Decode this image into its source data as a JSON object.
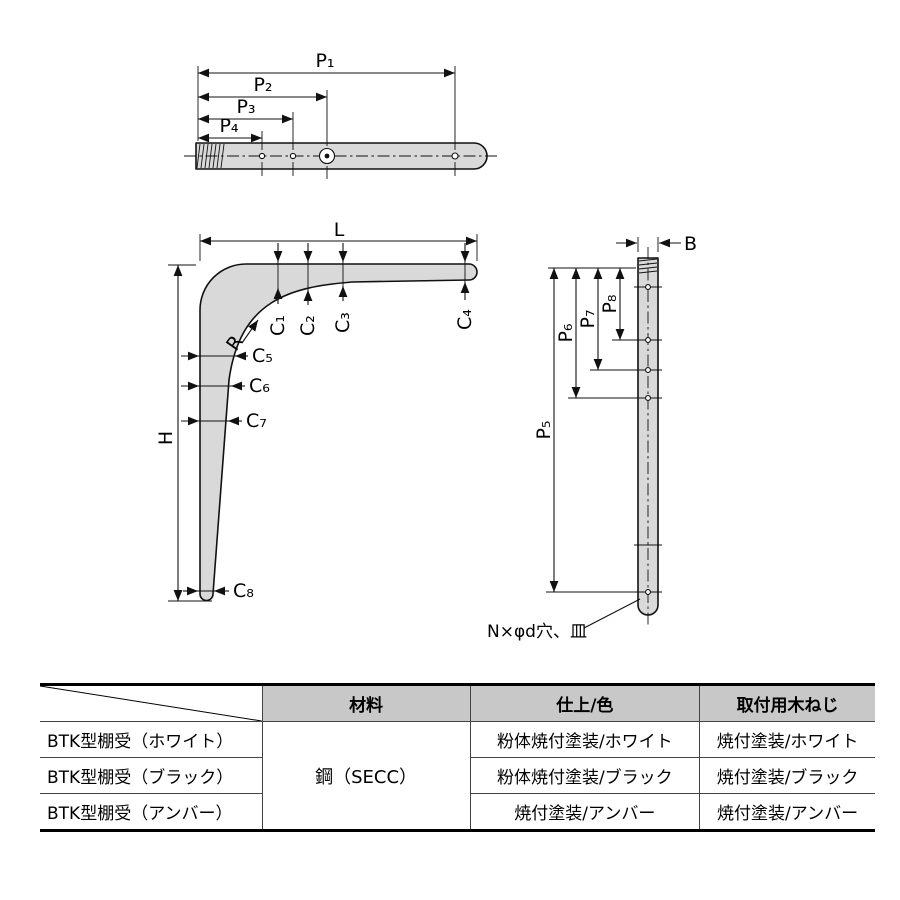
{
  "colors": {
    "metal_fill": "#d9d9d9",
    "line": "#111111",
    "table_header_bg": "#c8c8c8"
  },
  "drawing": {
    "top_view": {
      "p1": "P₁",
      "p2": "P₂",
      "p3": "P₃",
      "p4": "P₄"
    },
    "front_view": {
      "l": "L",
      "h": "H",
      "r": "R",
      "c1": "C₁",
      "c2": "C₂",
      "c3": "C₃",
      "c4": "C₄",
      "c5": "C₅",
      "c6": "C₆",
      "c7": "C₇",
      "c8": "C₈"
    },
    "side_view": {
      "b": "B",
      "p5": "P₅",
      "p6": "P₆",
      "p7": "P₇",
      "p8": "P₈",
      "hole_note": "N×φd穴、皿"
    }
  },
  "table": {
    "headers": {
      "material": "材料",
      "finish": "仕上/色",
      "screw": "取付用木ねじ"
    },
    "material_merged": "鋼（SECC）",
    "rows": [
      {
        "name": "BTK型棚受（ホワイト）",
        "finish": "粉体焼付塗装/ホワイト",
        "screw": "焼付塗装/ホワイト"
      },
      {
        "name": "BTK型棚受（ブラック）",
        "finish": "粉体焼付塗装/ブラック",
        "screw": "焼付塗装/ブラック"
      },
      {
        "name": "BTK型棚受（アンバー）",
        "finish": "焼付塗装/アンバー",
        "screw": "焼付塗装/アンバー"
      }
    ]
  }
}
